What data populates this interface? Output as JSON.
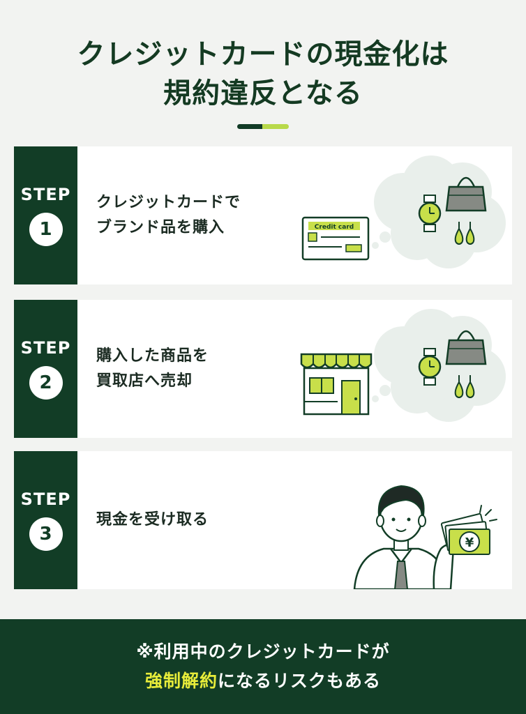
{
  "title": {
    "line1": "クレジットカードの現金化は",
    "line2": "規約違反となる"
  },
  "steps": [
    {
      "label": "STEP",
      "number": "1",
      "line1": "クレジットカードで",
      "line2": "ブランド品を購入",
      "card_text": "Credit card"
    },
    {
      "label": "STEP",
      "number": "2",
      "line1": "購入した商品を",
      "line2": "買取店へ売却"
    },
    {
      "label": "STEP",
      "number": "3",
      "line1": "現金を受け取る",
      "money_symbol": "¥"
    }
  ],
  "footer": {
    "line1": "※利用中のクレジットカードが",
    "line2_highlight": "強制解約",
    "line2_rest": "になるリスクもある"
  },
  "colors": {
    "dark_green": "#123d26",
    "lime": "#b8d94a",
    "highlight_yellow": "#e7ec3a",
    "background": "#f2f3f1"
  }
}
